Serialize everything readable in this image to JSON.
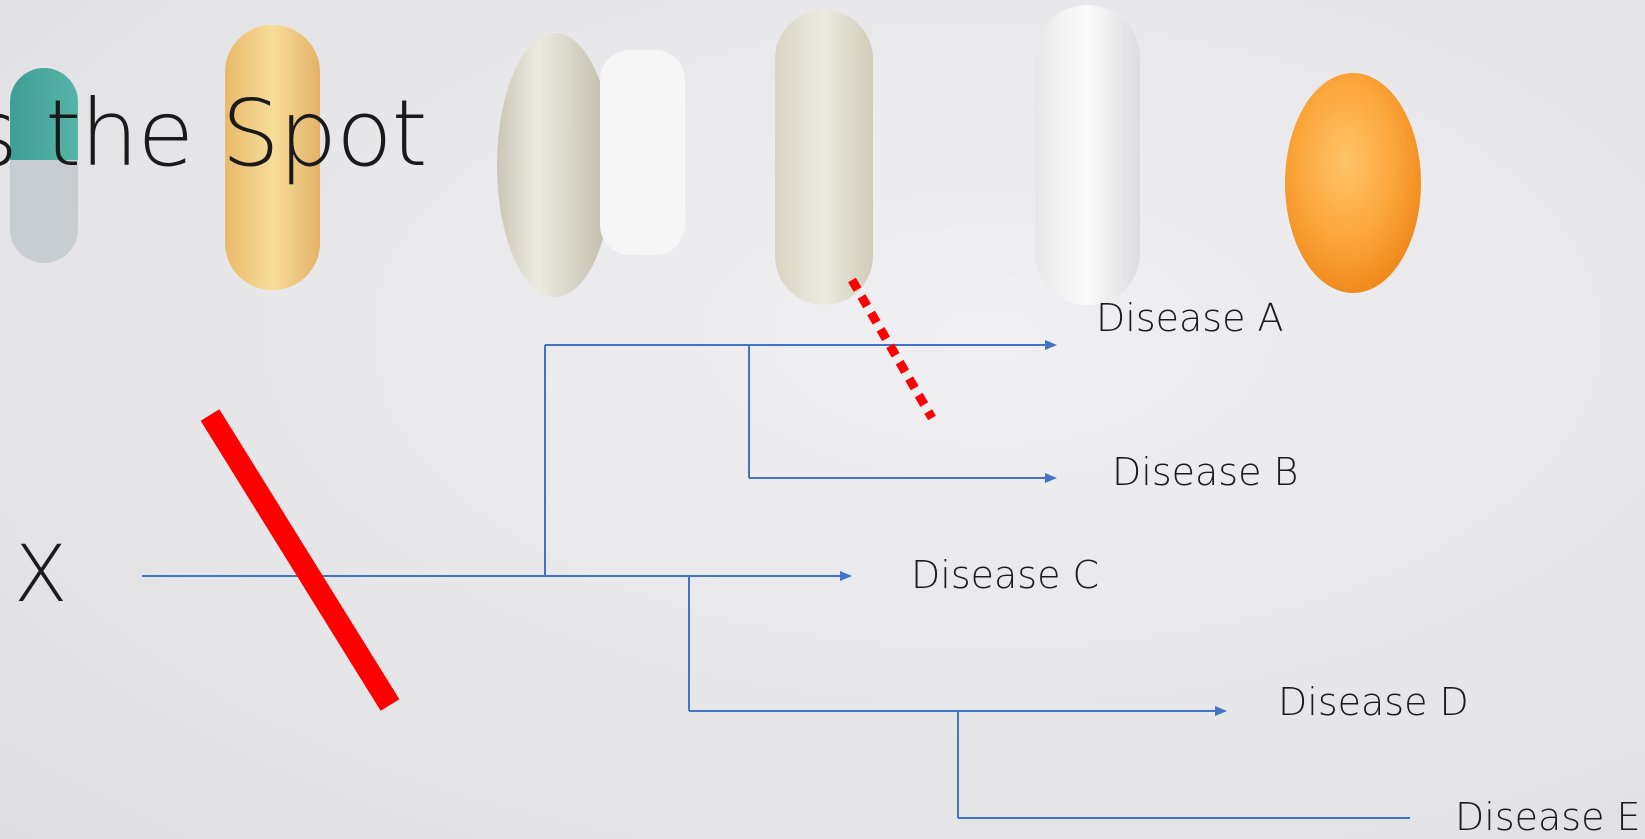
{
  "slide": {
    "title": "s the Spot",
    "source_label": "X",
    "targets": {
      "a": "Disease A",
      "b": "Disease B",
      "c": "Disease C",
      "d": "Disease D",
      "e": "Disease E"
    }
  },
  "colors": {
    "arrow": "#4472c4",
    "block_mark": "#ff0000",
    "text": "#1b1b1b"
  }
}
